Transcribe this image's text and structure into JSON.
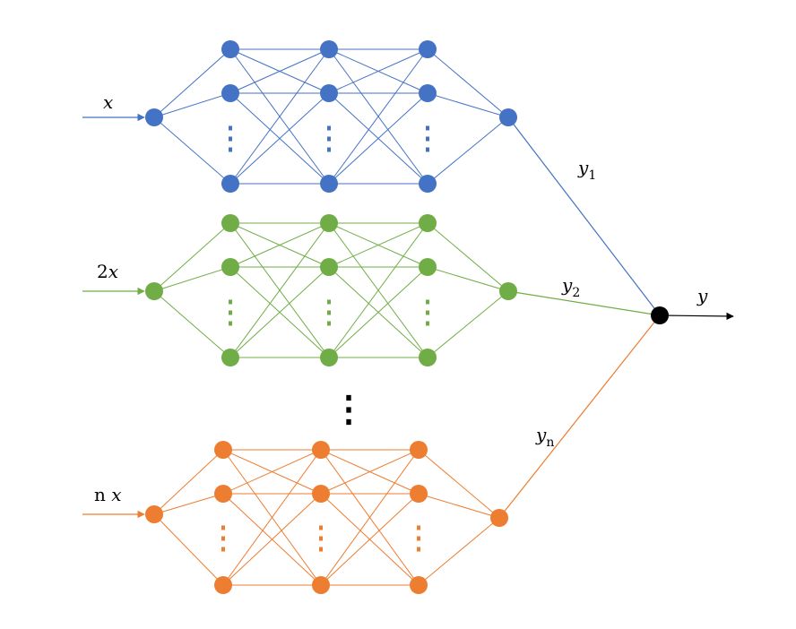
{
  "colors": {
    "net1": "#4472c4",
    "net2": "#70ad47",
    "net3": "#ed7d31",
    "output_node": "#000000",
    "arrow": "#000000"
  },
  "inputs": [
    {
      "prefix": "",
      "var": "x"
    },
    {
      "prefix": "2",
      "var": "x"
    },
    {
      "prefix": "n ",
      "var": "x"
    }
  ],
  "outputs": [
    {
      "base": "y",
      "sub": "1"
    },
    {
      "base": "y",
      "sub": "2"
    },
    {
      "base": "y",
      "sub": "n"
    }
  ],
  "final_output": {
    "label": "y"
  },
  "ellipsis_between_networks": "⋮"
}
